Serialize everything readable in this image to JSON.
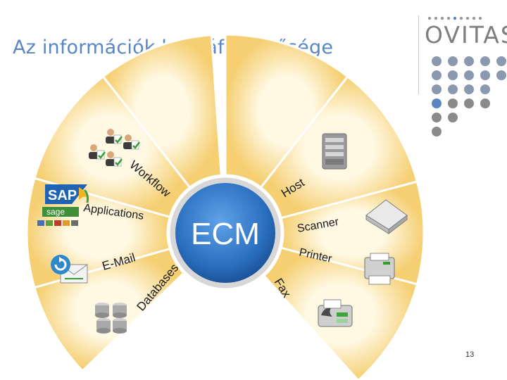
{
  "title": "Az információk hozzáférhetősége",
  "logo": {
    "text": "OVITAS",
    "primary_color": "#7f8ea8",
    "accent_color": "#5a86c4"
  },
  "page_number": "13",
  "diagram": {
    "center_label": "ECM",
    "left_segments": [
      "Workflow",
      "Applications",
      "E-Mail",
      "Databases"
    ],
    "right_segments": [
      "Host",
      "Scanner",
      "Printer",
      "Fax"
    ],
    "logos": {
      "sap": "SAP",
      "sage": "sage"
    },
    "colors": {
      "outer_fill": "#f5d27a",
      "outer_stroke": "#e6a92e",
      "inner_fill": "#fff3d0",
      "divider": "#ffffff",
      "hub": "#2a6fbf"
    },
    "icons": [
      "workflow-users-icon",
      "sap-logo-icon",
      "sage-logo-icon",
      "applications-icons",
      "email-icon",
      "database-icon",
      "server-host-icon",
      "scanner-icon",
      "printer-icon",
      "fax-icon"
    ]
  }
}
